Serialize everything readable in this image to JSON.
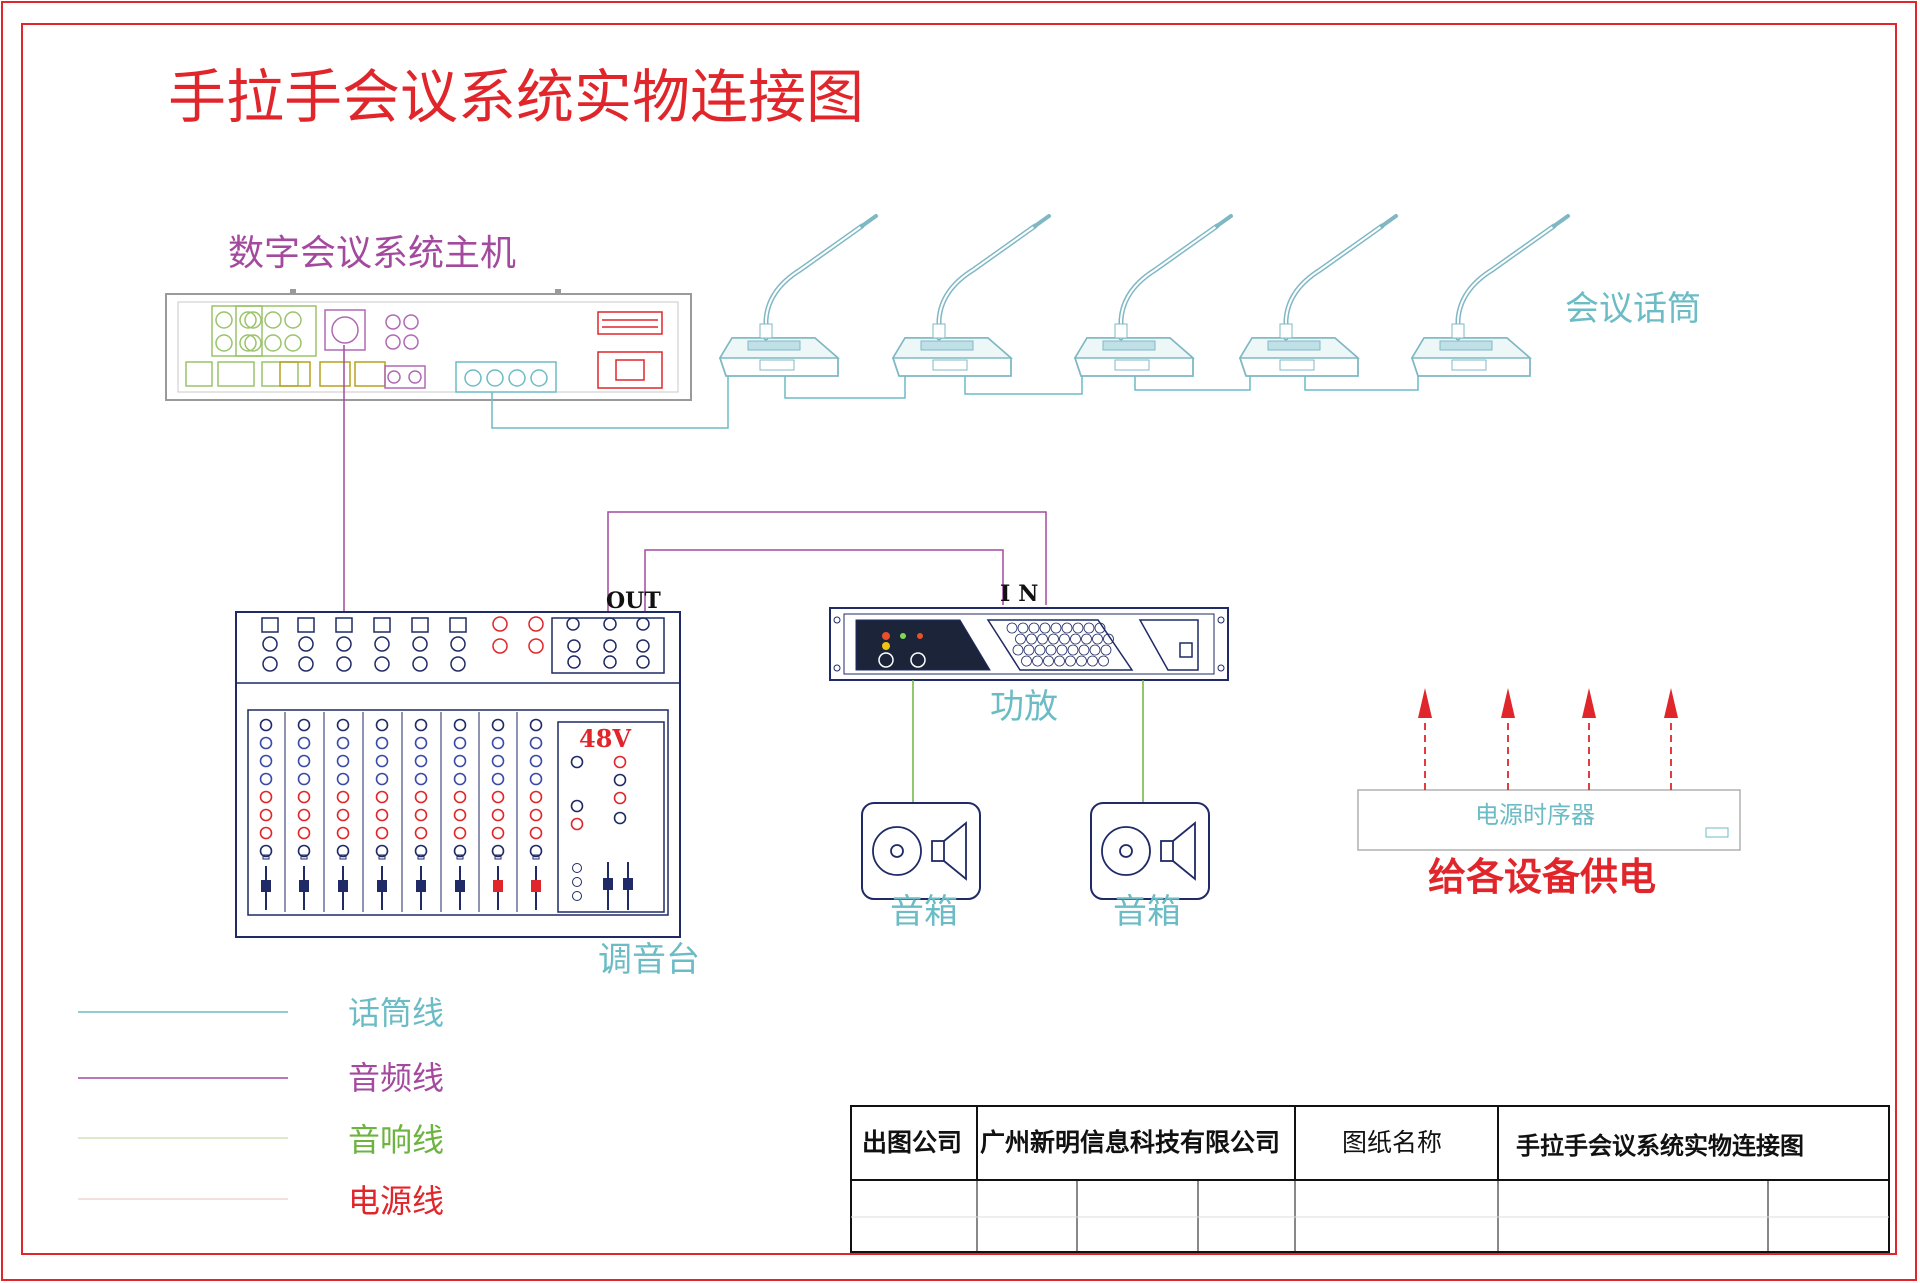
{
  "title": "手拉手会议系统实物连接图",
  "devices": {
    "host": "数字会议系统主机",
    "microphones": "会议话筒",
    "mixer": "调音台",
    "amplifier": "功放",
    "speaker_left": "音箱",
    "speaker_right": "音箱",
    "power_sequencer": "电源时序器"
  },
  "ports": {
    "out": "OUT",
    "in": "IN",
    "phantom": "48V"
  },
  "power_note": "给各设备供电",
  "legend": [
    {
      "label": "话筒线",
      "color": "#6cbcc6"
    },
    {
      "label": "音频线",
      "color": "#a34a9f"
    },
    {
      "label": "音响线",
      "color": "#6db33f"
    },
    {
      "label": "电源线",
      "color": "#e0262b"
    }
  ],
  "title_block": {
    "company_label": "出图公司",
    "company": "广州新明信息科技有限公司",
    "drawing_label": "图纸名称",
    "drawing_name": "手拉手会议系统实物连接图"
  },
  "colors": {
    "border": "#e0262b",
    "mic_line": "#6cbcc6",
    "audio_line": "#a34a9f",
    "speaker_line": "#6db33f",
    "power_line": "#e0262b",
    "device_outline": "#1f2a66"
  }
}
